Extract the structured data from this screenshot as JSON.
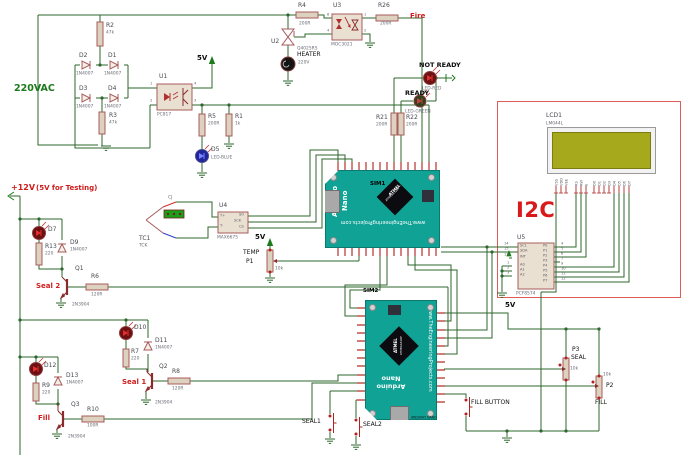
{
  "colors": {
    "wire": "#2e672e",
    "part_outline": "#a85b5b",
    "accent_red": "#cf1c1c",
    "board_teal": "#11a296",
    "lcd_screen": "#a7a91d",
    "i2c_box": "#e05a5a"
  },
  "power": {
    "vac": "220VAC",
    "v5": "5V",
    "v12": "+12V",
    "v12_note": "(5V for Testing)"
  },
  "labels": {
    "fire": "Fire",
    "not_ready": "NOT READY",
    "ready": "READY",
    "led_red": "LED-RED",
    "led_green": "LED-GREEN",
    "led_blue": "LED-BLUE",
    "heater": "HEATER",
    "heater_v": "220V",
    "i2c": "I2C",
    "temp": "TEMP",
    "seal2_drv": "Seal 2",
    "seal1_drv": "Seal 1",
    "fill_drv": "Fill",
    "seal1_btn": "SEAL1",
    "seal2_btn": "SEAL2",
    "fill_btn": "FILL BUTTON",
    "cj": "CJ"
  },
  "resistors": {
    "r1": [
      "R1",
      "1k"
    ],
    "r2": [
      "R2",
      "47k"
    ],
    "r3": [
      "R3",
      "47k"
    ],
    "r4": [
      "R4",
      "200R"
    ],
    "r5": [
      "R5",
      "200R"
    ],
    "r6": [
      "R6",
      "120R"
    ],
    "r7": [
      "R7",
      "220"
    ],
    "r8": [
      "R8",
      "120R"
    ],
    "r9": [
      "R9",
      "220"
    ],
    "r10": [
      "R10",
      "100R"
    ],
    "r13": [
      "R13",
      "220"
    ],
    "r21": [
      "R21",
      "200R"
    ],
    "r22": [
      "R22",
      "200R"
    ],
    "r26": [
      "R26",
      "200R"
    ]
  },
  "diodes": {
    "d1": [
      "D1",
      "1N4007"
    ],
    "d2": [
      "D2",
      "1N4007"
    ],
    "d3": [
      "D3",
      "1N4007"
    ],
    "d4": [
      "D4",
      "1N4007"
    ],
    "d5": [
      "D5",
      "LED-BLUE"
    ],
    "d7": [
      "D7"
    ],
    "d9": [
      "D9",
      "1N4007"
    ],
    "d10": [
      "D10"
    ],
    "d11": [
      "D11",
      "1N4007"
    ],
    "d12": [
      "D12"
    ],
    "d13": [
      "D13",
      "1N4007"
    ]
  },
  "transistors": {
    "q1": [
      "Q1",
      "2N3904"
    ],
    "q2": [
      "Q2",
      "2N3904"
    ],
    "q3": [
      "Q3",
      "2N3904"
    ]
  },
  "ics": {
    "u1": [
      "U1",
      "PC817"
    ],
    "u2": [
      "U2",
      "Q4025R5"
    ],
    "u3": [
      "U3",
      "MOC3021"
    ],
    "u4": [
      "U4",
      "MAX6675"
    ],
    "u5": [
      "U5",
      "PCF8574"
    ]
  },
  "u1_pins": {
    "nums": [
      "1",
      "2",
      "4",
      "3"
    ]
  },
  "u3_pins": {
    "nums": [
      "6",
      "4",
      "1",
      "2"
    ]
  },
  "u4_pins": {
    "tplus": "T+",
    "tminus": "T-",
    "so": "SO",
    "sck": "SCK",
    "cs": "CS"
  },
  "u5_pins": {
    "left": [
      "SCL",
      "SDA",
      "INT",
      "A0",
      "A1",
      "A2"
    ],
    "left_nums": [
      "14",
      "15",
      "13",
      "1",
      "2",
      "3"
    ],
    "right": [
      "P0",
      "P1",
      "P2",
      "P3",
      "P4",
      "P5",
      "P6",
      "P7"
    ],
    "right_nums": [
      "4",
      "5",
      "6",
      "7",
      "9",
      "10",
      "11",
      "12"
    ]
  },
  "lcd": {
    "ref": "LCD1",
    "model": "LM044L",
    "pins": [
      "VSS",
      "VDD",
      "VEE",
      "RS",
      "RW",
      "E",
      "D0",
      "D1",
      "D2",
      "D3",
      "D4",
      "D5",
      "D6",
      "D7"
    ]
  },
  "pots": {
    "p1": [
      "P1",
      "10k"
    ],
    "p2": [
      "P2",
      "10k"
    ],
    "p3": [
      "P3",
      "10k"
    ],
    "p2_label": "FILL",
    "p3_label": "SEAL"
  },
  "thermocouple": {
    "ref": "TC1",
    "type": "TCK"
  },
  "boards": {
    "sim1": "SIM1",
    "sim2": "SIM2",
    "brand": "Arduino",
    "model": "Nano",
    "site": "www.TheEngineeringProjects.com",
    "chip_brand": "ATMEL",
    "chip_model": "ATMEGA328P",
    "footer": "ARDUINO NANO"
  }
}
